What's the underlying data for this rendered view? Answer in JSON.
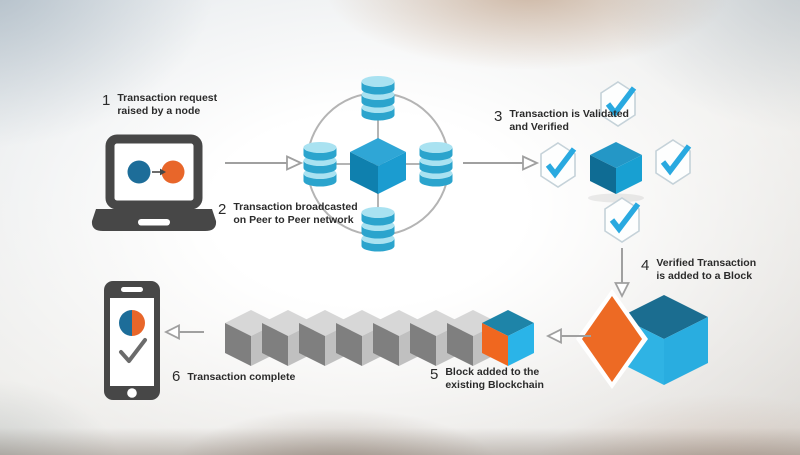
{
  "diagram": {
    "subject": "Blockchain transaction flow",
    "steps": [
      {
        "number": "1",
        "line1": "Transaction request",
        "line2": "raised by a node",
        "icon": "laptop-icon"
      },
      {
        "number": "2",
        "line1": "Transaction broadcasted",
        "line2": "on Peer to Peer network",
        "icon": "peer-network-icon"
      },
      {
        "number": "3",
        "line1": "Transaction is Validated",
        "line2": "and Verified",
        "icon": "validation-badges-icon"
      },
      {
        "number": "4",
        "line1": "Verified Transaction",
        "line2": "is added to a Block",
        "icon": "block-icon"
      },
      {
        "number": "5",
        "line1": "Block added to the",
        "line2": "existing Blockchain",
        "icon": "blockchain-cubes-icon"
      },
      {
        "number": "6",
        "line1": "Transaction complete",
        "line2": "",
        "icon": "smartphone-icon"
      }
    ],
    "network": {
      "node_count": 4,
      "node_icon": "database-icon",
      "center_icon": "block-cube-icon"
    },
    "validation": {
      "badge_count": 4,
      "badge_icon": "check-badge-icon",
      "center_icon": "block-cube-icon"
    },
    "blockchain": {
      "cube_count": 8,
      "gray_cube_count": 7,
      "highlighted_cube_position": "rightmost"
    },
    "colors": {
      "accent_cyan": "#29a9e0",
      "cube_top_blue": "#2fa6d6",
      "cube_left_blue": "#0f80ae",
      "cube_right_blue": "#1b9cd0",
      "dark_teal": "#1b6d90",
      "steel_blue": "#1d6d99",
      "orange": "#ed6a24",
      "device_gray": "#474747",
      "arrow_gray": "#a0a0a0",
      "chain_gray_top": "#d7d7d7",
      "chain_gray_left": "#7f7f7f",
      "chain_gray_right": "#c0c0c0",
      "text": "#2b2b2b"
    }
  }
}
